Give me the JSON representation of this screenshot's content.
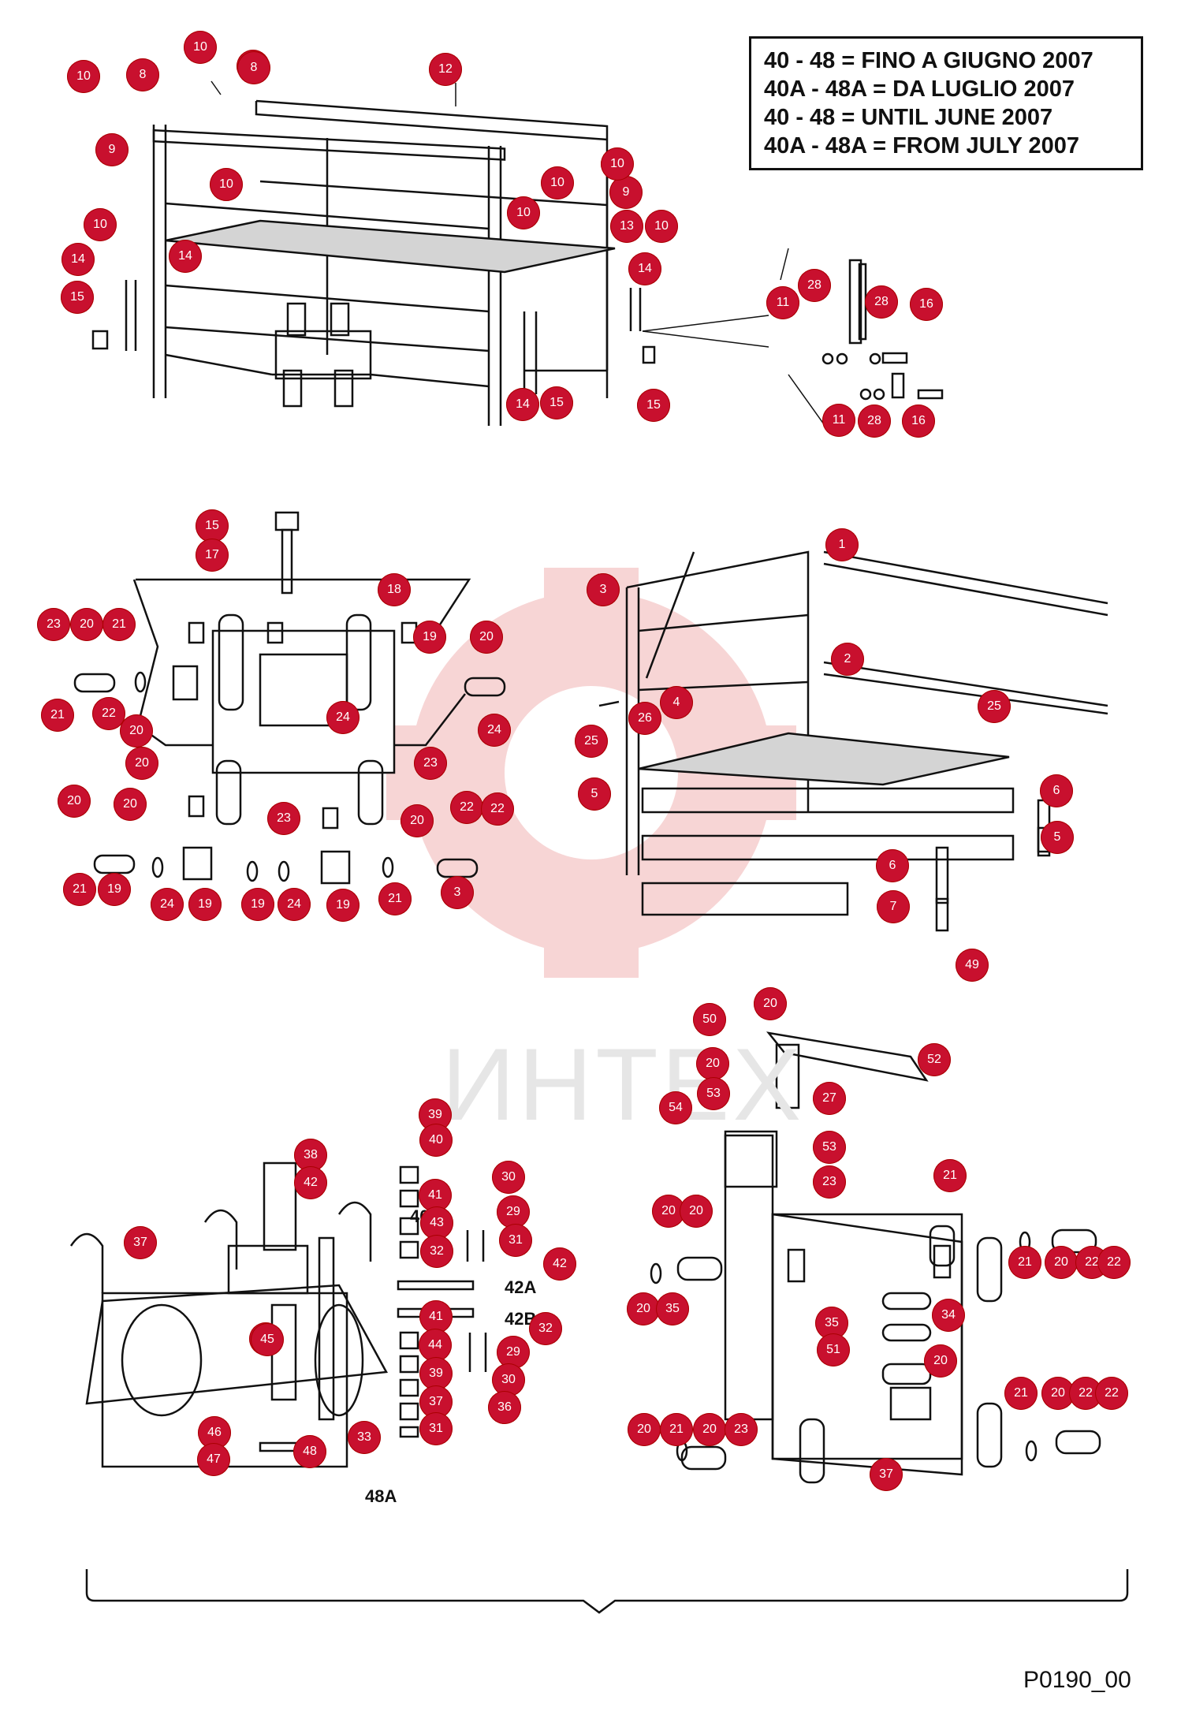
{
  "notes": [
    "40 - 48 = FINO A GIUGNO 2007",
    "40A - 48A = DA LUGLIO 2007",
    "40 - 48 = UNTIL JUNE 2007",
    "40A - 48A = FROM JULY 2007"
  ],
  "drawing_code": "P0190_00",
  "watermark": "ИНТЕХ",
  "colors": {
    "callout": "#c8102e",
    "line": "#111111",
    "watermark": "#f7d5d5"
  },
  "labels": [
    "48A",
    "42A",
    "42B",
    "40A"
  ],
  "callouts": [
    "10",
    "8",
    "10",
    "10",
    "8",
    "12",
    "9",
    "10",
    "10",
    "9",
    "10",
    "10",
    "13",
    "10",
    "10",
    "14",
    "14",
    "14",
    "15",
    "15",
    "11",
    "28",
    "28",
    "16",
    "11",
    "28",
    "16",
    "14",
    "15",
    "15",
    "17",
    "18",
    "23",
    "20",
    "21",
    "19",
    "20",
    "21",
    "22",
    "20",
    "24",
    "24",
    "20",
    "23",
    "23",
    "20",
    "20",
    "20",
    "22",
    "22",
    "21",
    "19",
    "24",
    "19",
    "19",
    "24",
    "19",
    "21",
    "3",
    "1",
    "3",
    "2",
    "25",
    "26",
    "4",
    "25",
    "5",
    "6",
    "5",
    "6",
    "7",
    "49",
    "20",
    "50",
    "52",
    "20",
    "53",
    "27",
    "54",
    "53",
    "23",
    "21",
    "20",
    "20",
    "21",
    "20",
    "22",
    "22",
    "20",
    "35",
    "35",
    "34",
    "51",
    "20",
    "21",
    "20",
    "22",
    "22",
    "20",
    "21",
    "20",
    "23",
    "37",
    "39",
    "40",
    "41",
    "43",
    "32",
    "30",
    "29",
    "31",
    "42",
    "43",
    "41",
    "44",
    "39",
    "37",
    "31",
    "32",
    "29",
    "30",
    "36",
    "37",
    "38",
    "42",
    "45",
    "46",
    "47",
    "48",
    "33"
  ]
}
